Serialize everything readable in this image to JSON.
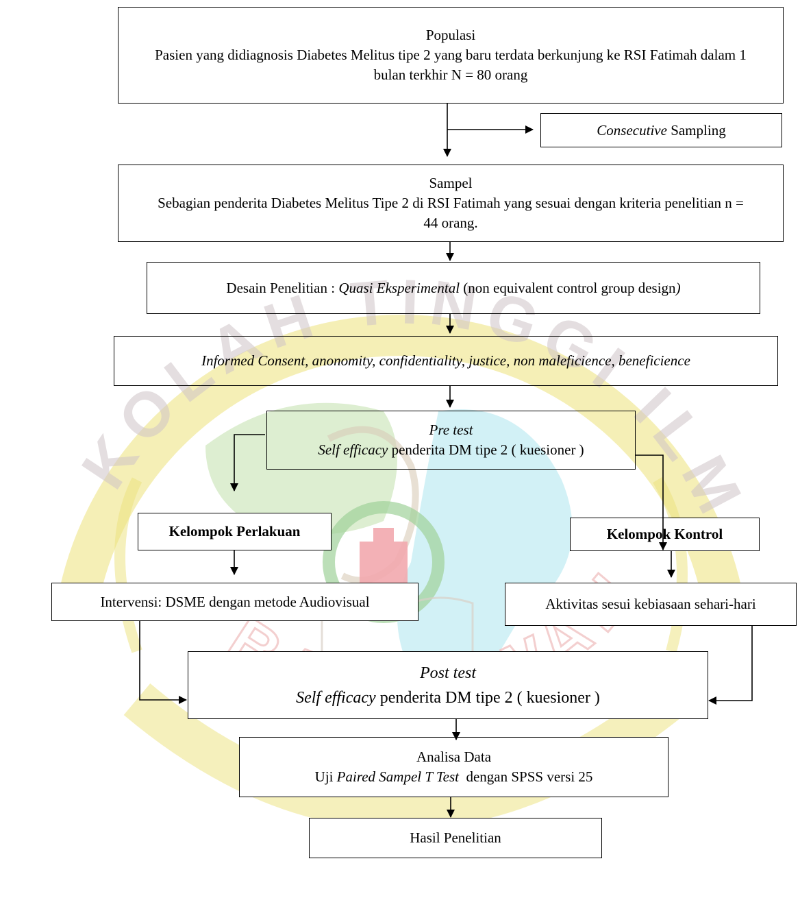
{
  "watermark": {
    "text_top": "KOLAH TINGGI ILMU KESEHATAN",
    "text_bottom": "BANYUWANGI",
    "colors": {
      "ring": "#e8dc6a",
      "ring_text": "#c8bcc4",
      "water": "#d8f4f8",
      "bird": "#c8e6b8",
      "cross": "#f0a0a8",
      "letters_bottom": "#f0c0c0"
    }
  },
  "flow": {
    "populasi": {
      "title": "Populasi",
      "desc": "Pasien yang didiagnosis Diabetes Melitus tipe 2 yang baru terdata berkunjung ke RSI Fatimah dalam 1 bulan terkhir N = 80 orang"
    },
    "sampling": {
      "italic": "Consecutive",
      "rest": " Sampling"
    },
    "sampel": {
      "title": "Sampel",
      "desc": "Sebagian penderita Diabetes Melitus Tipe 2 di RSI Fatimah yang sesuai dengan kriteria penelitian n = 44 orang."
    },
    "desain": {
      "prefix": "Desain Penelitian : ",
      "italic": "Quasi Eksperimental",
      "suffix": " (non equivalent control group design",
      "close": ")"
    },
    "etika": "Informed Consent, anonomity, confidentiality, justice, non maleficience, beneficience",
    "pretest": {
      "title": "Pre test",
      "italic": "Self efficacy",
      "rest": " penderita DM tipe 2 ( kuesioner )"
    },
    "perlakuan": "Kelompok Perlakuan",
    "kontrol": "Kelompok Kontrol",
    "intervensi": "Intervensi: DSME dengan metode Audiovisual",
    "aktivitas": "Aktivitas sesui kebiasaan sehari-hari",
    "posttest": {
      "title": "Post test",
      "italic": "Self efficacy",
      "rest": " penderita DM tipe 2 ( kuesioner )"
    },
    "analisa": {
      "title": "Analisa Data",
      "prefix": "Uji ",
      "italic": "Paired Sampel T Test",
      "rest": "  dengan SPSS versi 25"
    },
    "hasil": "Hasil Penelitian"
  }
}
